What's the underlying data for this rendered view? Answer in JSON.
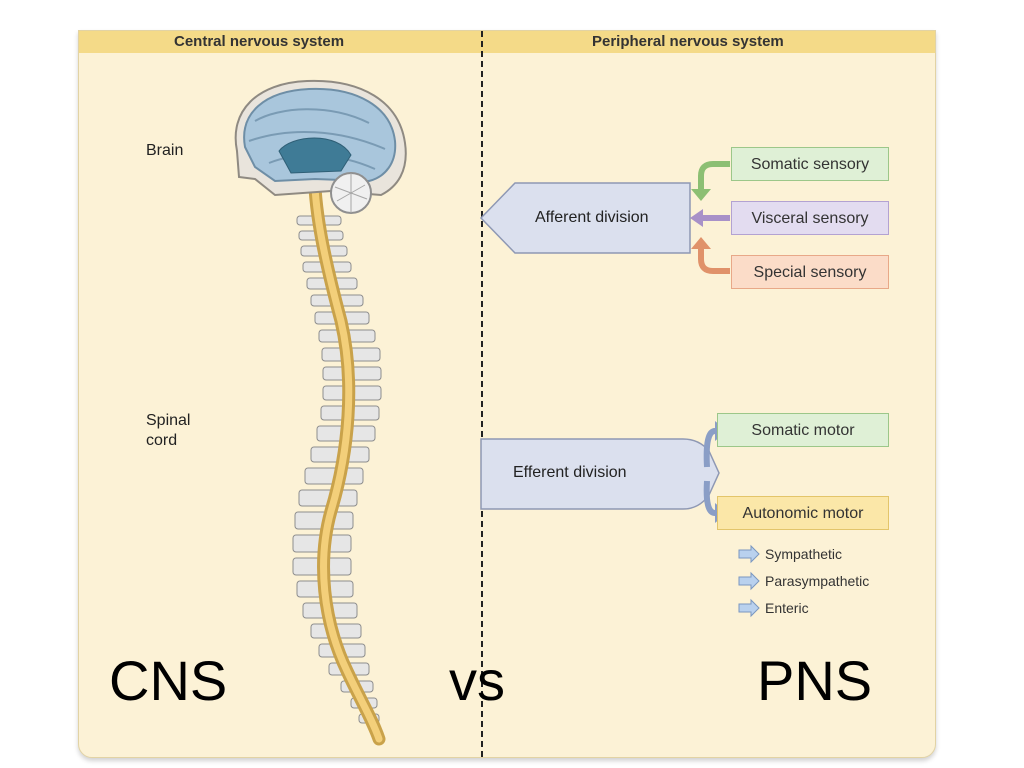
{
  "header": {
    "cns_title": "Central nervous system",
    "pns_title": "Peripheral nervous system"
  },
  "cns": {
    "brain_label": "Brain",
    "spinal_label_line1": "Spinal",
    "spinal_label_line2": "cord"
  },
  "pns": {
    "afferent": "Afferent division",
    "somatic_sensory": "Somatic sensory",
    "visceral_sensory": "Visceral sensory",
    "special_sensory": "Special sensory",
    "efferent": "Efferent division",
    "somatic_motor": "Somatic motor",
    "autonomic_motor": "Autonomic motor",
    "autonomic_subs": [
      "Sympathetic",
      "Parasympathetic",
      "Enteric"
    ]
  },
  "bottom": {
    "left": "CNS",
    "middle": "vs",
    "right": "PNS"
  },
  "colors": {
    "panel_bg": "#fcf2d6",
    "header_bg": "#f4da88",
    "division_box": "#dbe0ee",
    "somatic_sensory": "#dff0d6",
    "visceral_sensory": "#e3dcf0",
    "special_sensory": "#fbdcc8",
    "somatic_motor": "#dff0d6",
    "autonomic_motor": "#fbe7a8"
  }
}
